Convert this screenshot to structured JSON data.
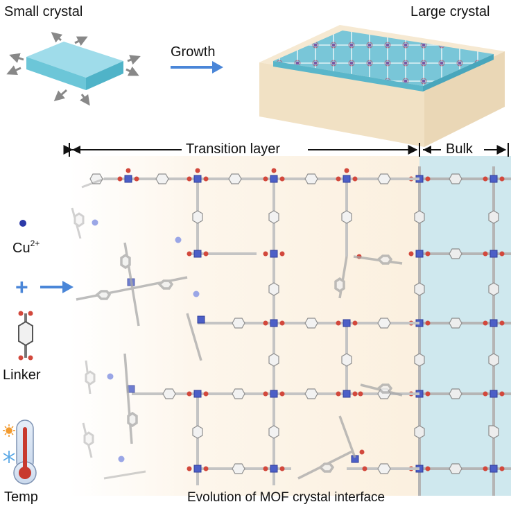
{
  "labels": {
    "small_crystal": "Small crystal",
    "large_crystal": "Large crystal",
    "growth": "Growth",
    "transition_layer": "Transition layer",
    "bulk": "Bulk",
    "cu_base": "Cu",
    "cu_charge": "2+",
    "plus": "+",
    "linker": "Linker",
    "temp": "Temp",
    "caption": "Evolution of MOF crystal interface"
  },
  "colors": {
    "crystal_top": "#8fd8e6",
    "crystal_side": "#5cc0d4",
    "large_crystal_frame": "#f3e6cf",
    "transition_gradient_start": "#ffffff",
    "transition_gradient_end": "#fbf1e2",
    "bulk_region": "#cfe8ee",
    "copper_node": "#4c5fc7",
    "copper_ion": "#2c3aa8",
    "oxygen": "#d2483c",
    "linker_carbon": "#9a9a9a",
    "growth_arrow": "#4a86d8",
    "thermometer_red": "#c8392e",
    "sun": "#f29a2e",
    "snowflake": "#5aa8e6"
  },
  "icons": [
    "outward-arrow-icon",
    "growth-arrow-icon",
    "thermometer-icon",
    "sun-icon",
    "snowflake-icon"
  ]
}
